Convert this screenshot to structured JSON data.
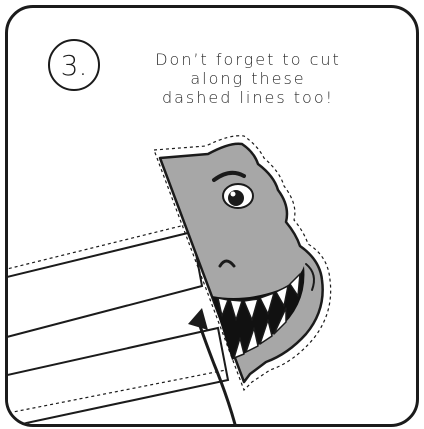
{
  "step": {
    "number": "3."
  },
  "instruction": {
    "line1": "Don’t forget to cut",
    "line2": "along these",
    "line3": "dashed lines too!"
  },
  "colors": {
    "outline": "#1b1b1b",
    "dino_gray": "#a7a7a7",
    "teeth": "#ffffff",
    "mouth": "#111111"
  },
  "icons": {
    "dinosaur": "t-rex-head-icon",
    "arrow": "curved-arrow-icon"
  }
}
